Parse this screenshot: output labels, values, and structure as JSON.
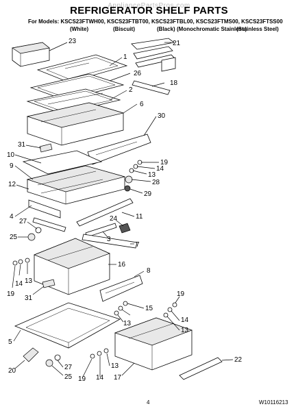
{
  "header": {
    "watermark": "AppliancePartsPros.com",
    "title": "REFRIGERATOR SHELF PARTS",
    "models_line": "For Models: KSCS23FTWH00, KSCS23FTBT00, KSCS23FTBL00, KSCS23FTMS00, KSCS23FTSS00",
    "color_white": "(White)",
    "color_biscuit": "(Biscuit)",
    "color_black": "(Black)",
    "color_monochromatic": "(Monochromatic Stainless)",
    "color_stainless": "(Stainless Steel)"
  },
  "callouts": [
    {
      "id": "c23a",
      "text": "23"
    },
    {
      "id": "c21",
      "text": "21"
    },
    {
      "id": "c1",
      "text": "1"
    },
    {
      "id": "c26",
      "text": "26"
    },
    {
      "id": "c18",
      "text": "18"
    },
    {
      "id": "c2",
      "text": "2"
    },
    {
      "id": "c6",
      "text": "6"
    },
    {
      "id": "c30",
      "text": "30"
    },
    {
      "id": "c31a",
      "text": "31"
    },
    {
      "id": "c10",
      "text": "10"
    },
    {
      "id": "c9",
      "text": "9"
    },
    {
      "id": "c19a",
      "text": "19"
    },
    {
      "id": "c14a",
      "text": "14"
    },
    {
      "id": "c13a",
      "text": "13"
    },
    {
      "id": "c28",
      "text": "28"
    },
    {
      "id": "c12",
      "text": "12"
    },
    {
      "id": "c29",
      "text": "29"
    },
    {
      "id": "c4",
      "text": "4"
    },
    {
      "id": "c11",
      "text": "11"
    },
    {
      "id": "c27a",
      "text": "27"
    },
    {
      "id": "c24",
      "text": "24"
    },
    {
      "id": "c25a",
      "text": "25"
    },
    {
      "id": "c3",
      "text": "3"
    },
    {
      "id": "c7",
      "text": "7"
    },
    {
      "id": "c16",
      "text": "16"
    },
    {
      "id": "c13b",
      "text": "13"
    },
    {
      "id": "c14b",
      "text": "14"
    },
    {
      "id": "c19b",
      "text": "19"
    },
    {
      "id": "c8",
      "text": "8"
    },
    {
      "id": "c31b",
      "text": "31"
    },
    {
      "id": "c15",
      "text": "15"
    },
    {
      "id": "c19c",
      "text": "19"
    },
    {
      "id": "c14c",
      "text": "14"
    },
    {
      "id": "c13c",
      "text": "13"
    },
    {
      "id": "c13d",
      "text": "13"
    },
    {
      "id": "c5",
      "text": "5"
    },
    {
      "id": "c20",
      "text": "20"
    },
    {
      "id": "c27b",
      "text": "27"
    },
    {
      "id": "c25b",
      "text": "25"
    },
    {
      "id": "c19d",
      "text": "19"
    },
    {
      "id": "c14d",
      "text": "14"
    },
    {
      "id": "c13e",
      "text": "13"
    },
    {
      "id": "c22",
      "text": "22"
    },
    {
      "id": "c17",
      "text": "17"
    }
  ],
  "footer": {
    "page_number": "4",
    "document_number": "W10116213"
  }
}
